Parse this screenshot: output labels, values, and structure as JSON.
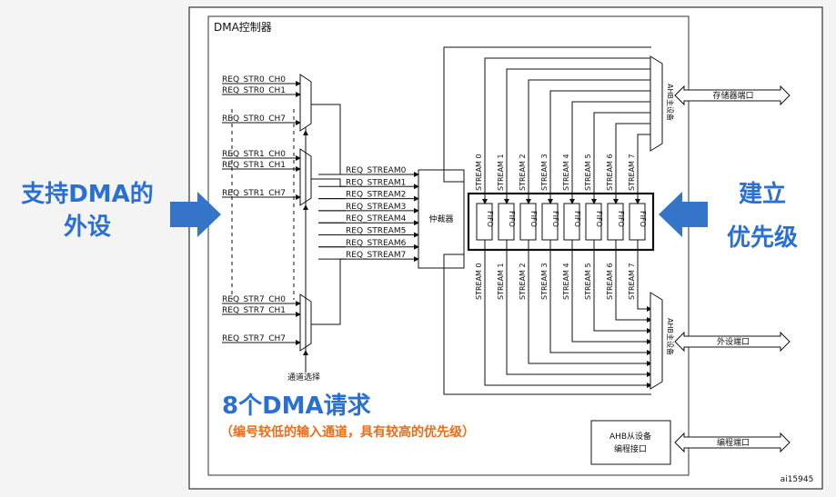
{
  "diagram": {
    "controller_title": "DMA控制器",
    "left_label_line1": "支持DMA的",
    "left_label_line2": "外设",
    "right_label_line1": "建立",
    "right_label_line2": "优先级",
    "bottom_title": "8个DMA请求",
    "bottom_note": "（编号较低的输入通道，具有较高的优先级）",
    "channel_select": "通道选择",
    "arbiter": "仲裁器",
    "ahb_master": "AHB主设备",
    "ahb_slave_line1": "AHB从设备",
    "ahb_slave_line2": "编程接口",
    "port_memory": "存储器端口",
    "port_peripheral": "外设端口",
    "port_program": "编程端口",
    "fifo": "FIFO",
    "figure_id": "ai15945",
    "stream_labels": [
      "STREAM 0",
      "STREAM 1",
      "STREAM 2",
      "STREAM 3",
      "STREAM 4",
      "STREAM 5",
      "STREAM 6",
      "STREAM 7"
    ],
    "req_streams": [
      "REQ_STREAM0",
      "REQ_STREAM1",
      "REQ_STREAM2",
      "REQ_STREAM3",
      "REQ_STREAM4",
      "REQ_STREAM5",
      "REQ_STREAM6",
      "REQ_STREAM7"
    ],
    "req_groups": [
      [
        "REQ_STR0_CH0",
        "REQ_STR0_CH1",
        "REQ_STR0_CH7"
      ],
      [
        "REQ_STR1_CH0",
        "REQ_STR1_CH1",
        "REQ_STR1_CH7"
      ],
      [
        "REQ_STR7_CH0",
        "REQ_STR7_CH1",
        "REQ_STR7_CH7"
      ]
    ]
  }
}
